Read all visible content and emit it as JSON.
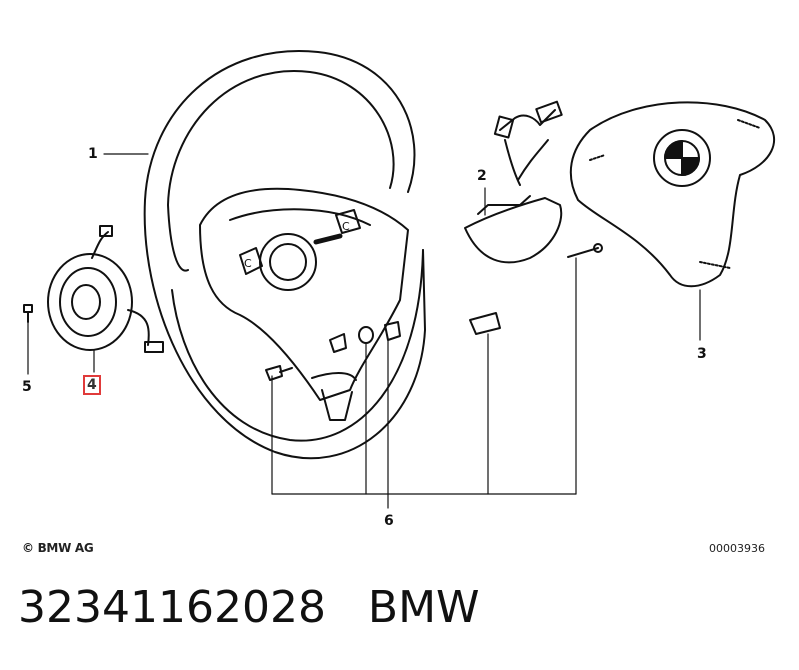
{
  "callouts": [
    "1",
    "2",
    "3",
    "4",
    "5",
    "6"
  ],
  "copyright": "© BMW AG",
  "doc_number": "00003936",
  "part_number": "32341162028",
  "brand": "BMW",
  "highlight_color": "#e03a3a"
}
